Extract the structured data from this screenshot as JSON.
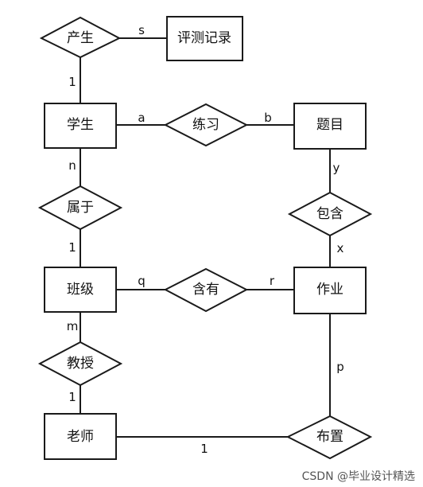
{
  "entities": {
    "evaluation_record": "评测记录",
    "student": "学生",
    "question": "题目",
    "class": "班级",
    "homework": "作业",
    "teacher": "老师"
  },
  "relations": {
    "produce": "产生",
    "practice": "练习",
    "belong": "属于",
    "contain_q": "包含",
    "have": "含有",
    "teach": "教授",
    "assign": "布置"
  },
  "cardinalities": {
    "produce_record": "s",
    "produce_student": "1",
    "student_practice": "a",
    "practice_question": "b",
    "student_belong": "n",
    "belong_class": "1",
    "question_contain": "y",
    "contain_homework": "x",
    "class_have": "q",
    "have_homework": "r",
    "class_teach": "m",
    "teach_teacher": "1",
    "homework_assign": "p",
    "teacher_assign": "1"
  },
  "watermark": "CSDN @毕业设计精选"
}
